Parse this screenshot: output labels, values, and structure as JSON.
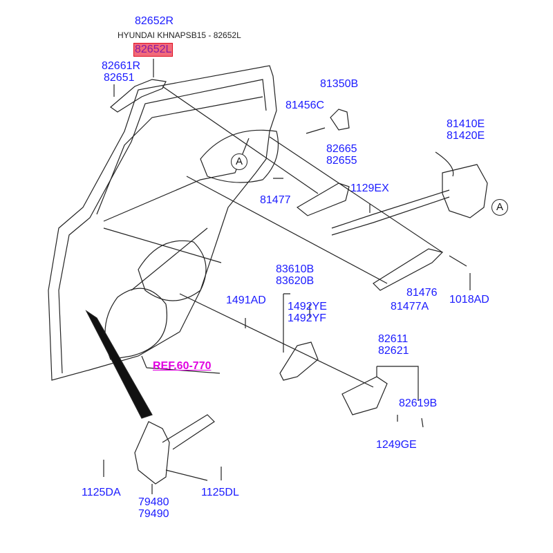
{
  "title": "HYUNDAI KHNAPSB15 - 82652L",
  "highlight_color": "#f26a7a",
  "part_color": "#1a1aff",
  "ref_color": "#e000e0",
  "labels": {
    "p82652R": "82652R",
    "p82652L": "82652L",
    "p82661R": "82661R",
    "p82651": "82651",
    "p81350B": "81350B",
    "p81456C": "81456C",
    "p81410E": "81410E",
    "p81420E": "81420E",
    "p82665": "82665",
    "p82655": "82655",
    "p1129EX": "1129EX",
    "p81477": "81477",
    "p83610B": "83610B",
    "p83620B": "83620B",
    "p1491AD": "1491AD",
    "p1492YE": "1492YE",
    "p1492YF": "1492YF",
    "p81476": "81476",
    "p81477A": "81477A",
    "p1018AD": "1018AD",
    "ref": "REF.60-770",
    "p82611": "82611",
    "p82621": "82621",
    "p82619B": "82619B",
    "p1249GE": "1249GE",
    "p1125DA": "1125DA",
    "p79480": "79480",
    "p79490": "79490",
    "p1125DL": "1125DL",
    "markerA": "A"
  }
}
